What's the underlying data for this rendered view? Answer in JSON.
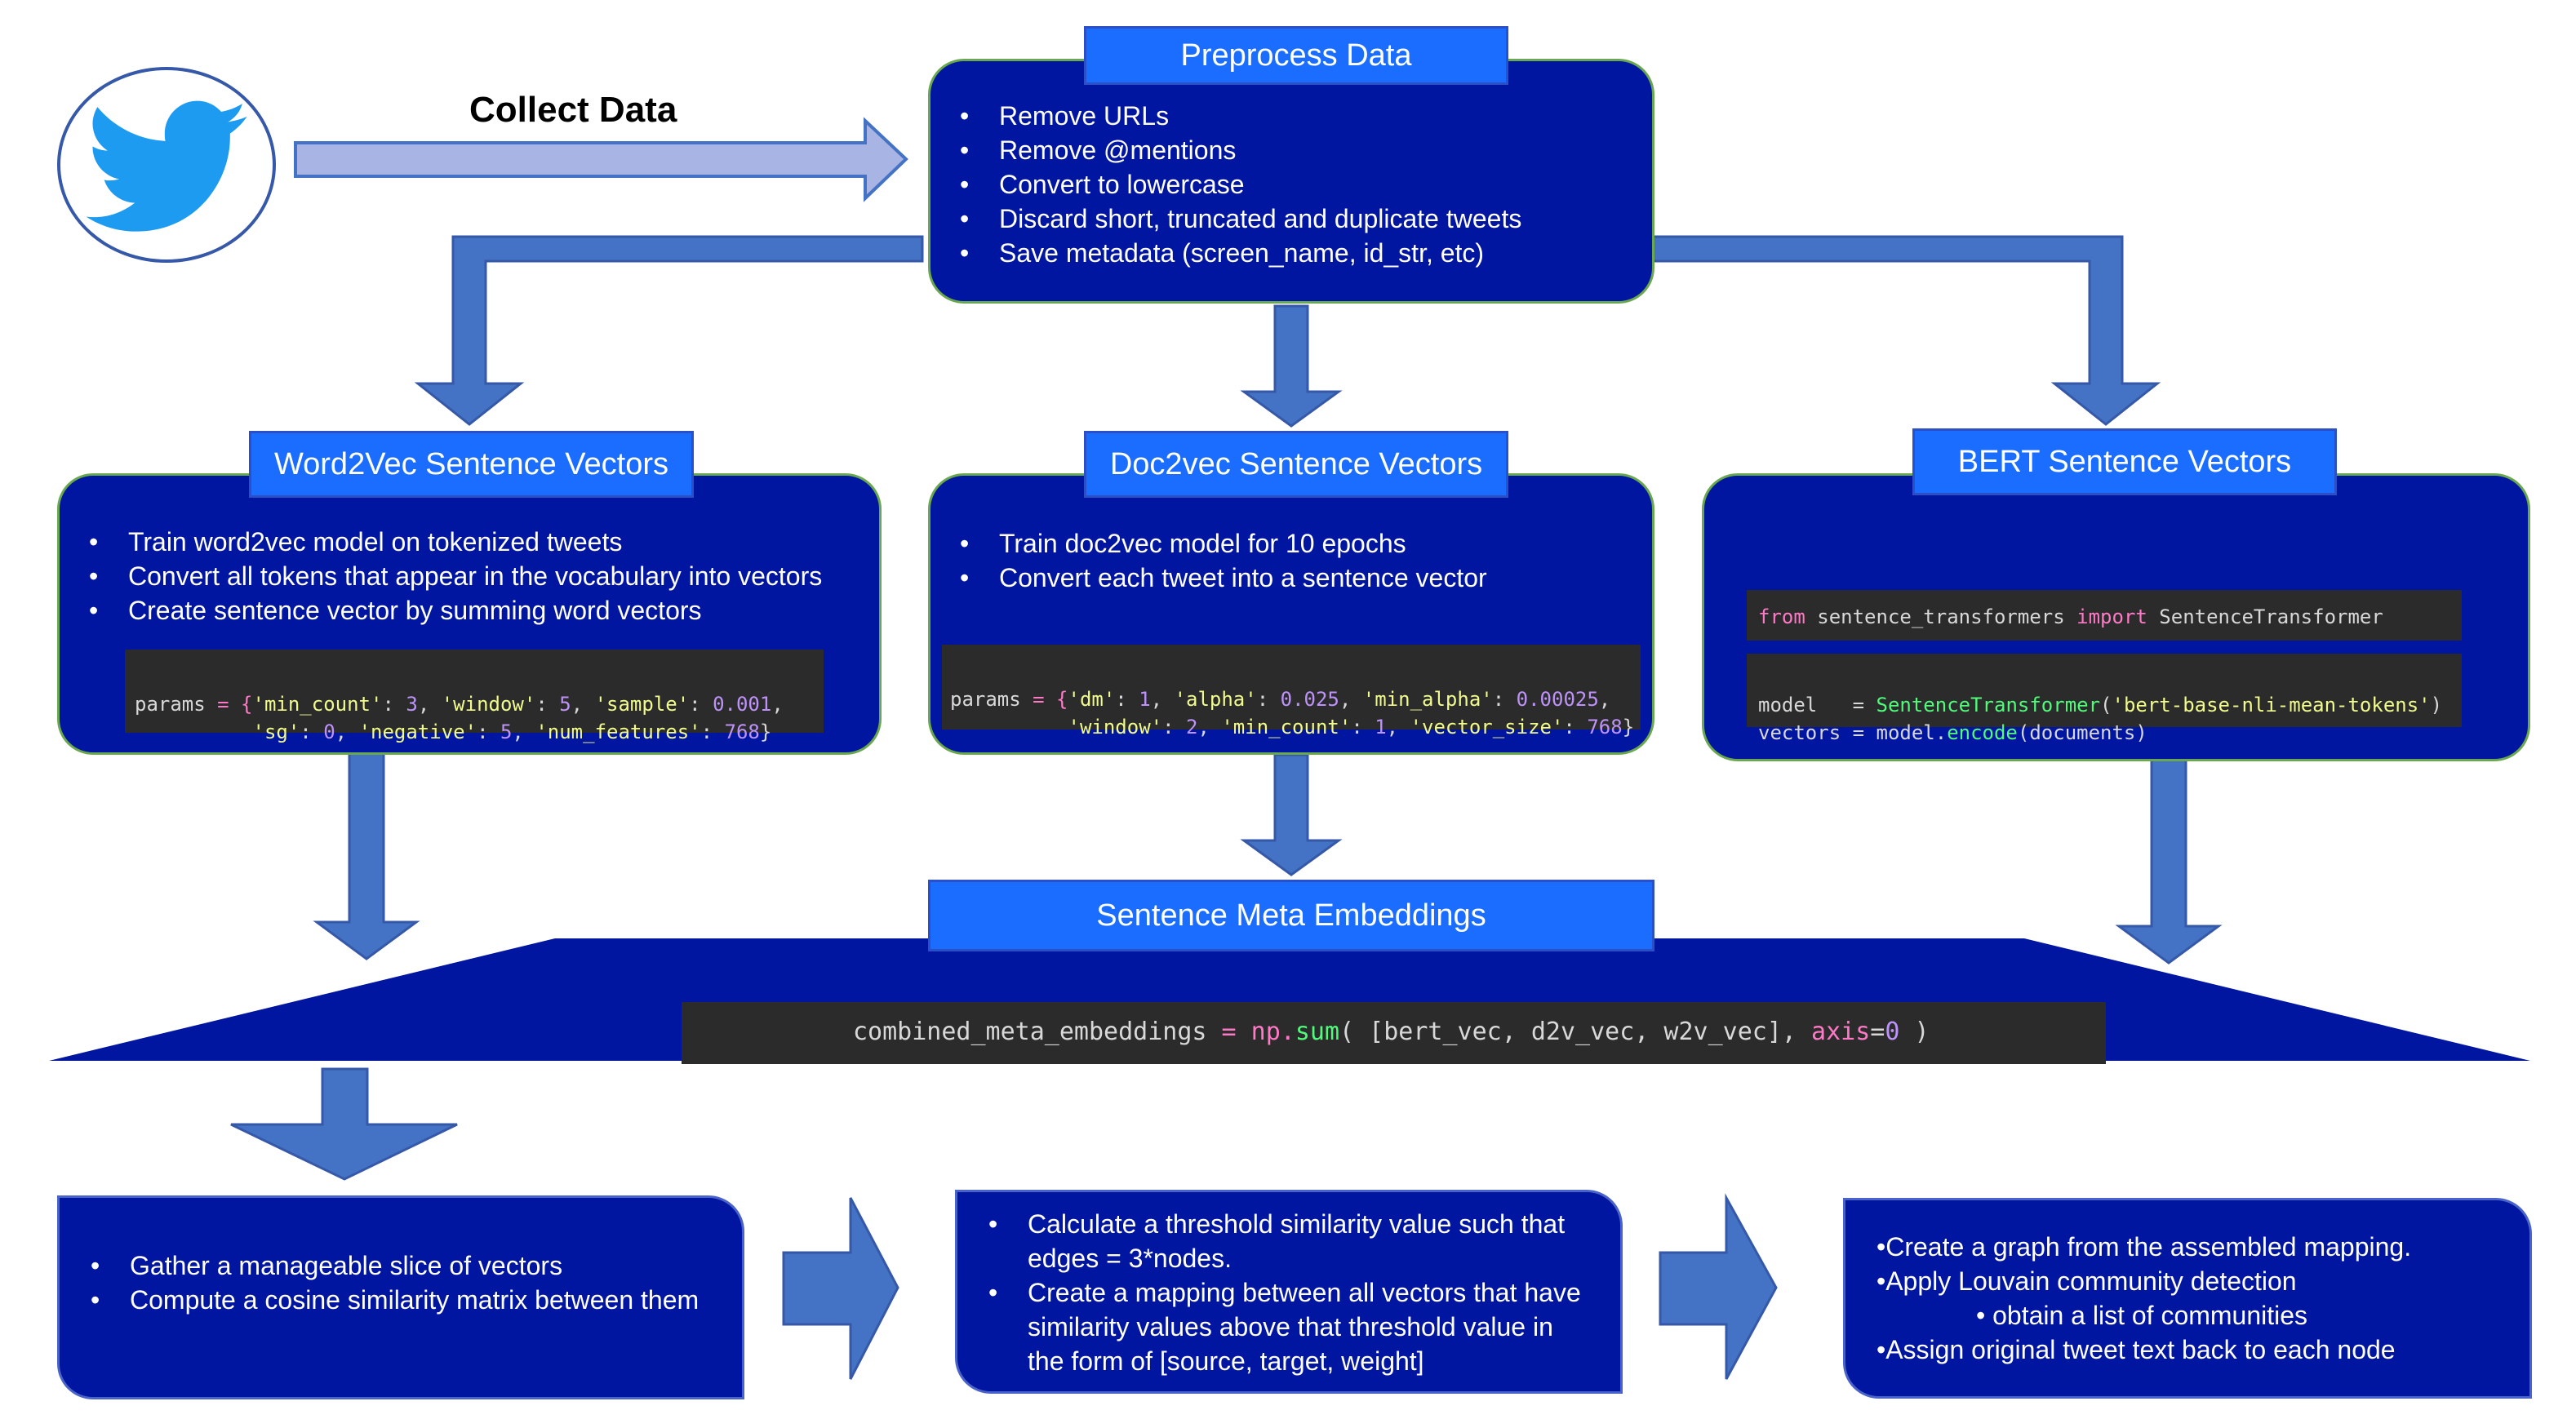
{
  "collect": {
    "label": "Collect Data",
    "logo": "twitter-bird-icon"
  },
  "preprocess": {
    "title": "Preprocess Data",
    "items": [
      "Remove URLs",
      "Remove @mentions",
      "Convert to lowercase",
      "Discard short, truncated and duplicate tweets",
      "Save metadata (screen_name, id_str, etc)"
    ]
  },
  "word2vec": {
    "title": "Word2Vec Sentence Vectors",
    "items": [
      "Train word2vec model on tokenized tweets",
      "Convert all tokens that appear in the vocabulary into vectors",
      "Create sentence vector by summing word vectors"
    ],
    "code": {
      "l1_a": "params",
      "l1_b": " = {",
      "l1_c": "'min_count'",
      "l1_d": ": ",
      "l1_e": "3",
      "l1_f": ", ",
      "l1_g": "'window'",
      "l1_h": ": ",
      "l1_i": "5",
      "l1_j": ", ",
      "l1_k": "'sample'",
      "l1_l": ": ",
      "l1_m": "0.001",
      "l1_n": ",",
      "l2_a": "          ",
      "l2_b": "'sg'",
      "l2_c": ": ",
      "l2_d": "0",
      "l2_e": ", ",
      "l2_f": "'negative'",
      "l2_g": ": ",
      "l2_h": "5",
      "l2_i": ", ",
      "l2_j": "'num_features'",
      "l2_k": ": ",
      "l2_l": "768",
      "l2_m": "}"
    }
  },
  "doc2vec": {
    "title": "Doc2vec Sentence Vectors",
    "items": [
      "Train doc2vec model for 10 epochs",
      "Convert each tweet into a sentence vector"
    ],
    "code": {
      "l1_a": "params",
      "l1_b": " = {",
      "l1_c": "'dm'",
      "l1_d": ": ",
      "l1_e": "1",
      "l1_f": ", ",
      "l1_g": "'alpha'",
      "l1_h": ": ",
      "l1_i": "0.025",
      "l1_j": ", ",
      "l1_k": "'min_alpha'",
      "l1_l": ": ",
      "l1_m": "0.00025",
      "l1_n": ",",
      "l2_a": "          ",
      "l2_b": "'window'",
      "l2_c": ": ",
      "l2_d": "2",
      "l2_e": ", ",
      "l2_f": "'min_count'",
      "l2_g": ": ",
      "l2_h": "1",
      "l2_i": ", ",
      "l2_j": "'vector_size'",
      "l2_k": ": ",
      "l2_l": "768",
      "l2_m": "}"
    }
  },
  "bert": {
    "title": "BERT Sentence Vectors",
    "code": {
      "l1_a": "from",
      "l1_b": " sentence_transformers ",
      "l1_c": "import",
      "l1_d": " SentenceTransformer",
      "l2_a": "model   = ",
      "l2_b": "SentenceTransformer",
      "l2_c": "(",
      "l2_d": "'bert-base-nli-mean-tokens'",
      "l2_e": ")",
      "l3_a": "vectors = model.",
      "l3_b": "encode",
      "l3_c": "(documents)"
    }
  },
  "meta": {
    "title": "Sentence Meta Embeddings",
    "code": {
      "a": "combined_meta_embeddings",
      "b": " = np.",
      "c": "sum",
      "d": "( [bert_vec, d2v_vec, w2v_vec], ",
      "e": "axis",
      "f": "=",
      "g": "0",
      "h": " )"
    }
  },
  "step1": {
    "items": [
      "Gather a manageable slice of vectors",
      "Compute a cosine similarity matrix between them"
    ]
  },
  "step2": {
    "items": [
      "Calculate a threshold similarity value such that edges = 3*nodes.",
      "Create a mapping between all vectors that have similarity values above that threshold value in the form of [source, target, weight]"
    ]
  },
  "step3": {
    "lines": [
      "•Create a graph from the assembled mapping.",
      "•Apply Louvain community detection",
      "• obtain a list of communities",
      "•Assign original tweet text back to each node"
    ]
  },
  "colors": {
    "box_fill": "#0015a0",
    "title_fill": "#1a6dff",
    "arrow_fill": "#4472c4",
    "box_border": "#6aa84f"
  }
}
